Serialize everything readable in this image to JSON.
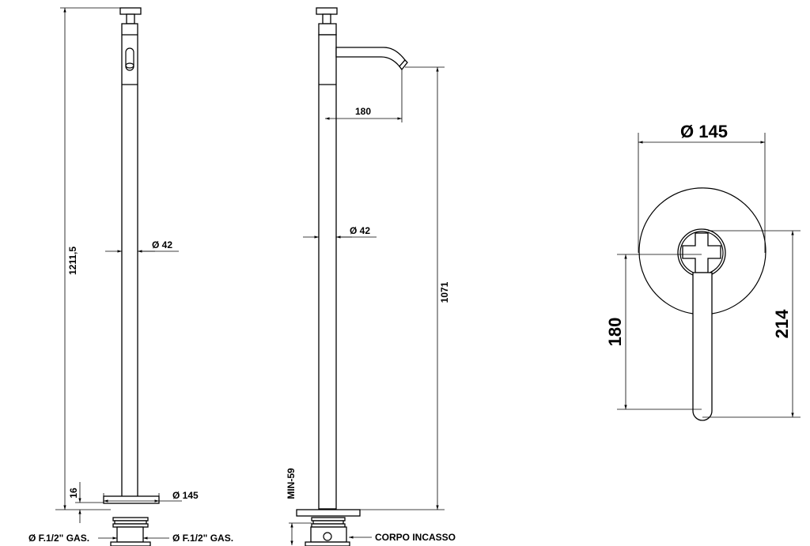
{
  "front_view": {
    "height_total": "1211,5",
    "base_thickness": "16",
    "pipe_diameter": "Ø  42",
    "base_diameter": "Ø  145",
    "inlet_left": "Ø F.1/2\" GAS.",
    "inlet_right": "Ø F.1/2\" GAS."
  },
  "side_view": {
    "spout_reach": "180",
    "spout_height": "1071",
    "pipe_diameter": "Ø  42",
    "min_depth": "MIN-59",
    "body_label": "CORPO INCASSO"
  },
  "top_view": {
    "plate_diameter": "Ø 145",
    "lever_length": "180",
    "overall_length": "214"
  }
}
